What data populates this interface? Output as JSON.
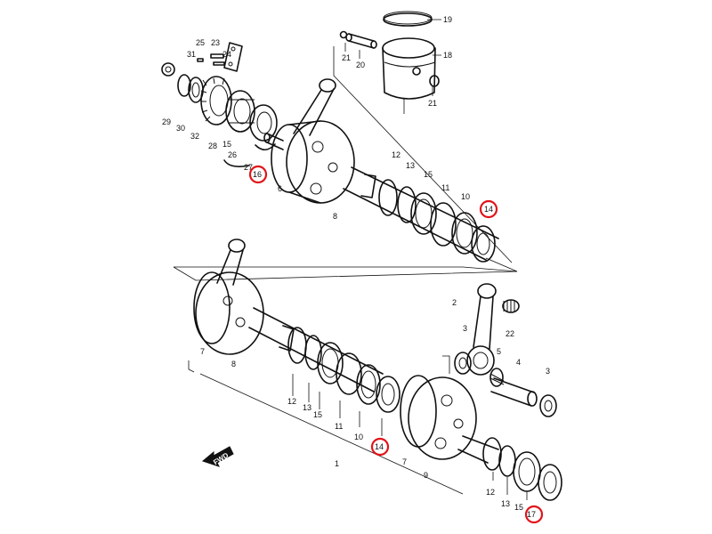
{
  "diagram": {
    "labels": [
      {
        "id": "l19",
        "text": "19"
      },
      {
        "id": "l21a",
        "text": "21"
      },
      {
        "id": "l20",
        "text": "20"
      },
      {
        "id": "l18",
        "text": "18"
      },
      {
        "id": "l21b",
        "text": "21"
      },
      {
        "id": "l25",
        "text": "25"
      },
      {
        "id": "l23",
        "text": "23"
      },
      {
        "id": "l31",
        "text": "31"
      },
      {
        "id": "l24",
        "text": "24"
      },
      {
        "id": "l29",
        "text": "29"
      },
      {
        "id": "l30",
        "text": "30"
      },
      {
        "id": "l32",
        "text": "32"
      },
      {
        "id": "l28",
        "text": "28"
      },
      {
        "id": "l15a",
        "text": "15"
      },
      {
        "id": "l26",
        "text": "26"
      },
      {
        "id": "l27",
        "text": "27"
      },
      {
        "id": "l16",
        "text": "16"
      },
      {
        "id": "l6",
        "text": "6"
      },
      {
        "id": "l8a",
        "text": "8"
      },
      {
        "id": "l12a",
        "text": "12"
      },
      {
        "id": "l13a",
        "text": "13"
      },
      {
        "id": "l15b",
        "text": "15"
      },
      {
        "id": "l11a",
        "text": "11"
      },
      {
        "id": "l10a",
        "text": "10"
      },
      {
        "id": "l14a",
        "text": "14"
      },
      {
        "id": "l7a",
        "text": "7"
      },
      {
        "id": "l8b",
        "text": "8"
      },
      {
        "id": "l2",
        "text": "2"
      },
      {
        "id": "l22",
        "text": "22"
      },
      {
        "id": "l3a",
        "text": "3"
      },
      {
        "id": "l5",
        "text": "5"
      },
      {
        "id": "l4",
        "text": "4"
      },
      {
        "id": "l3b",
        "text": "3"
      },
      {
        "id": "l12b",
        "text": "12"
      },
      {
        "id": "l13b",
        "text": "13"
      },
      {
        "id": "l15c",
        "text": "15"
      },
      {
        "id": "l11b",
        "text": "11"
      },
      {
        "id": "l10b",
        "text": "10"
      },
      {
        "id": "l14b",
        "text": "14"
      },
      {
        "id": "l7b",
        "text": "7"
      },
      {
        "id": "l9",
        "text": "9"
      },
      {
        "id": "l1",
        "text": "1"
      },
      {
        "id": "l12c",
        "text": "12"
      },
      {
        "id": "l13c",
        "text": "13"
      },
      {
        "id": "l15d",
        "text": "15"
      },
      {
        "id": "l17",
        "text": "17"
      }
    ],
    "highlighted": [
      "16",
      "14",
      "14",
      "17"
    ],
    "direction_marker": "FWD",
    "highlight_color": "#e0141a",
    "line_color": "#111111"
  }
}
